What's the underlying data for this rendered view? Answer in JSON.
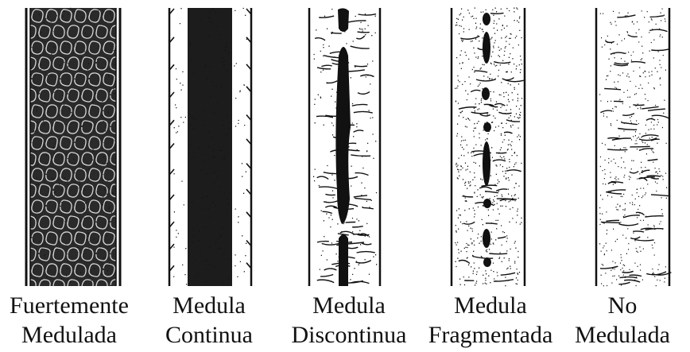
{
  "figure": {
    "colors": {
      "ink": "#111111",
      "paper": "#ffffff"
    },
    "hairs": [
      {
        "id": "fuertemente-medulada",
        "medulla": "strong",
        "caption": [
          "Fuertemente",
          "Medulada"
        ]
      },
      {
        "id": "medula-continua",
        "medulla": "continuous",
        "caption": [
          "Medula",
          "Continua"
        ]
      },
      {
        "id": "medula-discontinua",
        "medulla": "discontinuous",
        "caption": [
          "Medula",
          "Discontinua"
        ]
      },
      {
        "id": "medula-fragmentada",
        "medulla": "fragmented",
        "caption": [
          "Medula",
          "Fragmentada"
        ]
      },
      {
        "id": "no-medulada",
        "medulla": "none",
        "caption": [
          "No",
          "Medulada"
        ]
      }
    ]
  }
}
